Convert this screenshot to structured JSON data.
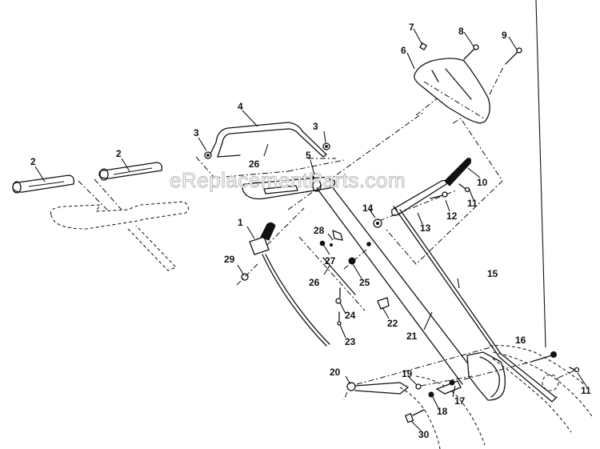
{
  "diagram": {
    "type": "exploded-parts-diagram",
    "subject": "Handle / control lever assembly",
    "watermark": "eReplacementParts.com"
  },
  "callouts": [
    {
      "id": "c2a",
      "label": "2"
    },
    {
      "id": "c2b",
      "label": "2"
    },
    {
      "id": "c3a",
      "label": "3"
    },
    {
      "id": "c3b",
      "label": "3"
    },
    {
      "id": "c4",
      "label": "4"
    },
    {
      "id": "c26a",
      "label": "26"
    },
    {
      "id": "c5",
      "label": "5"
    },
    {
      "id": "c6",
      "label": "6"
    },
    {
      "id": "c7",
      "label": "7"
    },
    {
      "id": "c8",
      "label": "8"
    },
    {
      "id": "c9",
      "label": "9"
    },
    {
      "id": "c10",
      "label": "10"
    },
    {
      "id": "c11a",
      "label": "11"
    },
    {
      "id": "c12",
      "label": "12"
    },
    {
      "id": "c13",
      "label": "13"
    },
    {
      "id": "c14",
      "label": "14"
    },
    {
      "id": "c1",
      "label": "1"
    },
    {
      "id": "c28",
      "label": "28"
    },
    {
      "id": "c27",
      "label": "27"
    },
    {
      "id": "c29",
      "label": "29"
    },
    {
      "id": "c26b",
      "label": "26"
    },
    {
      "id": "c25",
      "label": "25"
    },
    {
      "id": "c24",
      "label": "24"
    },
    {
      "id": "c23",
      "label": "23"
    },
    {
      "id": "c22",
      "label": "22"
    },
    {
      "id": "c21",
      "label": "21"
    },
    {
      "id": "c15",
      "label": "15"
    },
    {
      "id": "c16",
      "label": "16"
    },
    {
      "id": "c20",
      "label": "20"
    },
    {
      "id": "c19",
      "label": "19"
    },
    {
      "id": "c17",
      "label": "17"
    },
    {
      "id": "c18",
      "label": "18"
    },
    {
      "id": "c11b",
      "label": "11"
    },
    {
      "id": "c30",
      "label": "30"
    }
  ]
}
